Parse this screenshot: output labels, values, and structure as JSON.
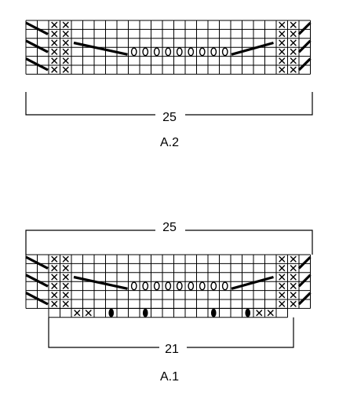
{
  "colors": {
    "grid": "#000000",
    "background": "#ffffff"
  },
  "legend_symbols": [
    "cross-stitch-x",
    "open-oval-yarn-over",
    "filled-oval-stitch",
    "slanted-decrease-bar"
  ],
  "diagrams": [
    {
      "id": "A.2",
      "name_label": "A.2",
      "stitch_count_label": "25",
      "columns": 25,
      "grid_rows": 6,
      "cross_columns": [
        2,
        3,
        22,
        23
      ],
      "yarn_over_columns": [
        9,
        10,
        11,
        12,
        13,
        14,
        15,
        16,
        17
      ],
      "yarn_over_row": 3
    },
    {
      "id": "A.1",
      "name_label": "A.1",
      "top_count_label": "25",
      "bottom_count_label": "21",
      "columns": 25,
      "grid_rows": 6,
      "cross_columns": [
        2,
        3,
        22,
        23
      ],
      "yarn_over_columns": [
        9,
        10,
        11,
        12,
        13,
        14,
        15,
        16,
        17
      ],
      "yarn_over_row": 3,
      "bottom_row_cross_columns": [
        4,
        5,
        20,
        21
      ],
      "bottom_row_filled_oval_columns": [
        7,
        10,
        16,
        19
      ]
    }
  ]
}
